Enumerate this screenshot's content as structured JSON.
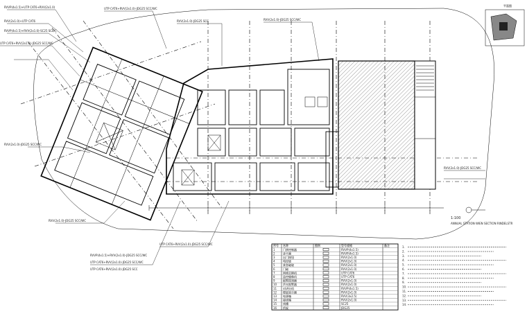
{
  "drawing": {
    "scale_label": "1:100",
    "plan_title": "ANNUAL STATION WIEN SECTION RINDELSTR",
    "keyplan_label": "平面图"
  },
  "cable_labels": [
    "RVVP(4x1.5)+UTP CAT6+RVV(2x1.0)",
    "RVV(2x1.0)+UTP CAT6",
    "RVVP(4x1.5)+RVV(2x1.0)-SC25 SCE/C",
    "UTP CAT6+RVV(2x1.0)-JDG25 SCC/WC",
    "UTP CAT6+RVV(2x1.0)-JDG25 SCC/WC",
    "RVV(2x1.0)-JDG25 SCC",
    "RVV(2x1.0)-JDG25 SCC/WC",
    "RVV(2x1.0)-JDG25 SCC/WC",
    "RVV(2x1.0)-JDG25 SCC/WC",
    "RVV(2x1.0)-JDG25 SCC/WC",
    "UTP CAT6+RVV(2x1.0)-JDG25 SCC/WC",
    "RVVP(4x1.5)+RVV(2x1.0)-JDG25 SCC/WC",
    "UTP CAT6+RVV(2x1.0)-JDG25 SCC/WC",
    "UTP CAT6+RVV(2x1.0)-JDG25 SCC"
  ],
  "legend": {
    "headers": [
      "序号",
      "名称",
      "图例",
      "型号规格",
      "备注"
    ],
    "rows": [
      [
        "1",
        "门禁控制器",
        "RVVP(4x1.5)"
      ],
      [
        "2",
        "读卡器",
        "RVVP(4x1.5)"
      ],
      [
        "3",
        "出门按钮",
        "RVV(2x1.0)"
      ],
      [
        "4",
        "电控锁",
        "RVV(2x1.0)"
      ],
      [
        "5",
        "紧急破玻",
        "RVV(2x1.0)"
      ],
      [
        "6",
        "门磁",
        "RVV(2x1.0)"
      ],
      [
        "7",
        "网络交换机",
        "UTP CAT6"
      ],
      [
        "8",
        "监控摄像机",
        "UTP CAT6"
      ],
      [
        "9",
        "报警探测器",
        "RVV(2x1.0)"
      ],
      [
        "10",
        "声光报警器",
        "RVV(2x1.0)"
      ],
      [
        "11",
        "对讲分机",
        "RVVP(4x1.5)"
      ],
      [
        "12",
        "楼层显示器",
        "RVV(2x1.0)"
      ],
      [
        "13",
        "电源箱",
        "RVV(3x2.5)"
      ],
      [
        "14",
        "接线箱",
        "RVV(2x1.0)"
      ],
      [
        "15",
        "线槽",
        "SC25"
      ],
      [
        "16",
        "桥架",
        "JDG25"
      ]
    ]
  },
  "notes": [
    "1.",
    "2.",
    "3.",
    "4.",
    "5.",
    "6.",
    "7.",
    "8.",
    "9.",
    "10.",
    "11.",
    "12.",
    "13.",
    "14."
  ]
}
